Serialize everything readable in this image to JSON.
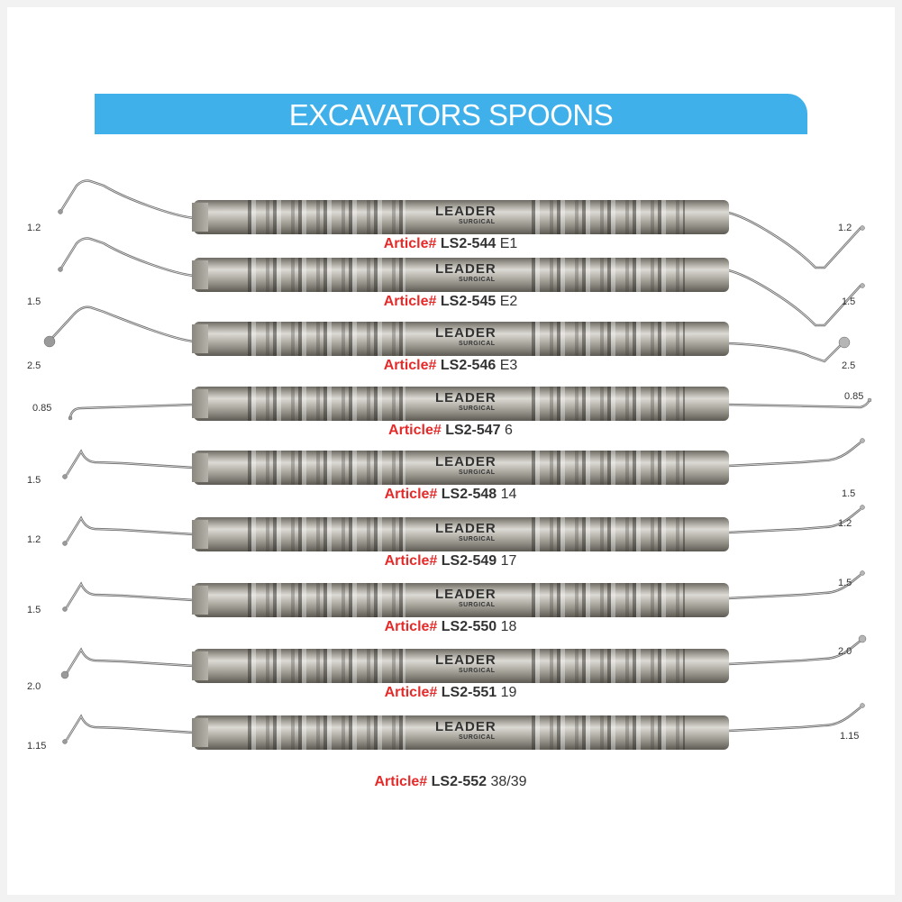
{
  "title": "EXCAVATORS SPOONS",
  "brand": {
    "name": "LEADER",
    "sub": "SURGICAL"
  },
  "article_prefix": "Article#",
  "colors": {
    "banner": "#3fb0e9",
    "article": "#e52a2a"
  },
  "instruments": [
    {
      "code": "LS2-544",
      "model": "E1",
      "left_size": "1.2",
      "right_size": "1.2"
    },
    {
      "code": "LS2-545",
      "model": "E2",
      "left_size": "1.5",
      "right_size": "1.5"
    },
    {
      "code": "LS2-546",
      "model": "E3",
      "left_size": "2.5",
      "right_size": "2.5"
    },
    {
      "code": "LS2-547",
      "model": "6",
      "left_size": "0.85",
      "right_size": "0.85"
    },
    {
      "code": "LS2-548",
      "model": "14",
      "left_size": "1.5",
      "right_size": "1.5"
    },
    {
      "code": "LS2-549",
      "model": "17",
      "left_size": "1.2",
      "right_size": "1.2"
    },
    {
      "code": "LS2-550",
      "model": "18",
      "left_size": "1.5",
      "right_size": "1.5"
    },
    {
      "code": "LS2-551",
      "model": "19",
      "left_size": "2.0",
      "right_size": "2.0"
    },
    {
      "code": "LS2-552",
      "model": "38/39",
      "left_size": "1.15",
      "right_size": "1.15"
    }
  ]
}
